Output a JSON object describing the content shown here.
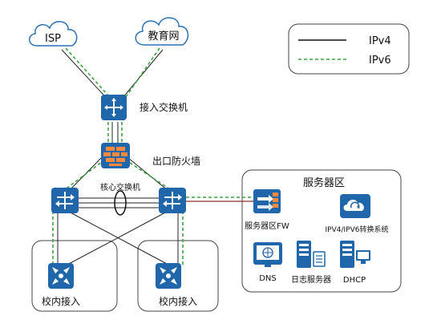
{
  "legend": {
    "ipv4_label": "IPv4",
    "ipv6_label": "IPv6",
    "ipv4_color": "#111111",
    "ipv6_color": "#3aa640"
  },
  "clouds": {
    "isp_label": "ISP",
    "edu_label": "教育网"
  },
  "devices": {
    "access_switch_label": "接入交换机",
    "firewall_label": "出口防火墙",
    "core_label": "核心交换机",
    "server_zone_title": "服务器区",
    "server_fw_label": "服务器区FW",
    "conversion_label": "IPV4/IPV6转换系统",
    "dns_label": "DNS",
    "log_label": "日志服务器",
    "dhcp_label": "DHCP",
    "campus_left_label": "校内接入",
    "campus_right_label": "校内接入"
  },
  "colors": {
    "device_blue": "#1f66aa",
    "firewall_orange": "#ff8a3d",
    "server_line": "#8c2f2f",
    "box_border": "#444444",
    "cloud_border": "#2a72b8"
  }
}
